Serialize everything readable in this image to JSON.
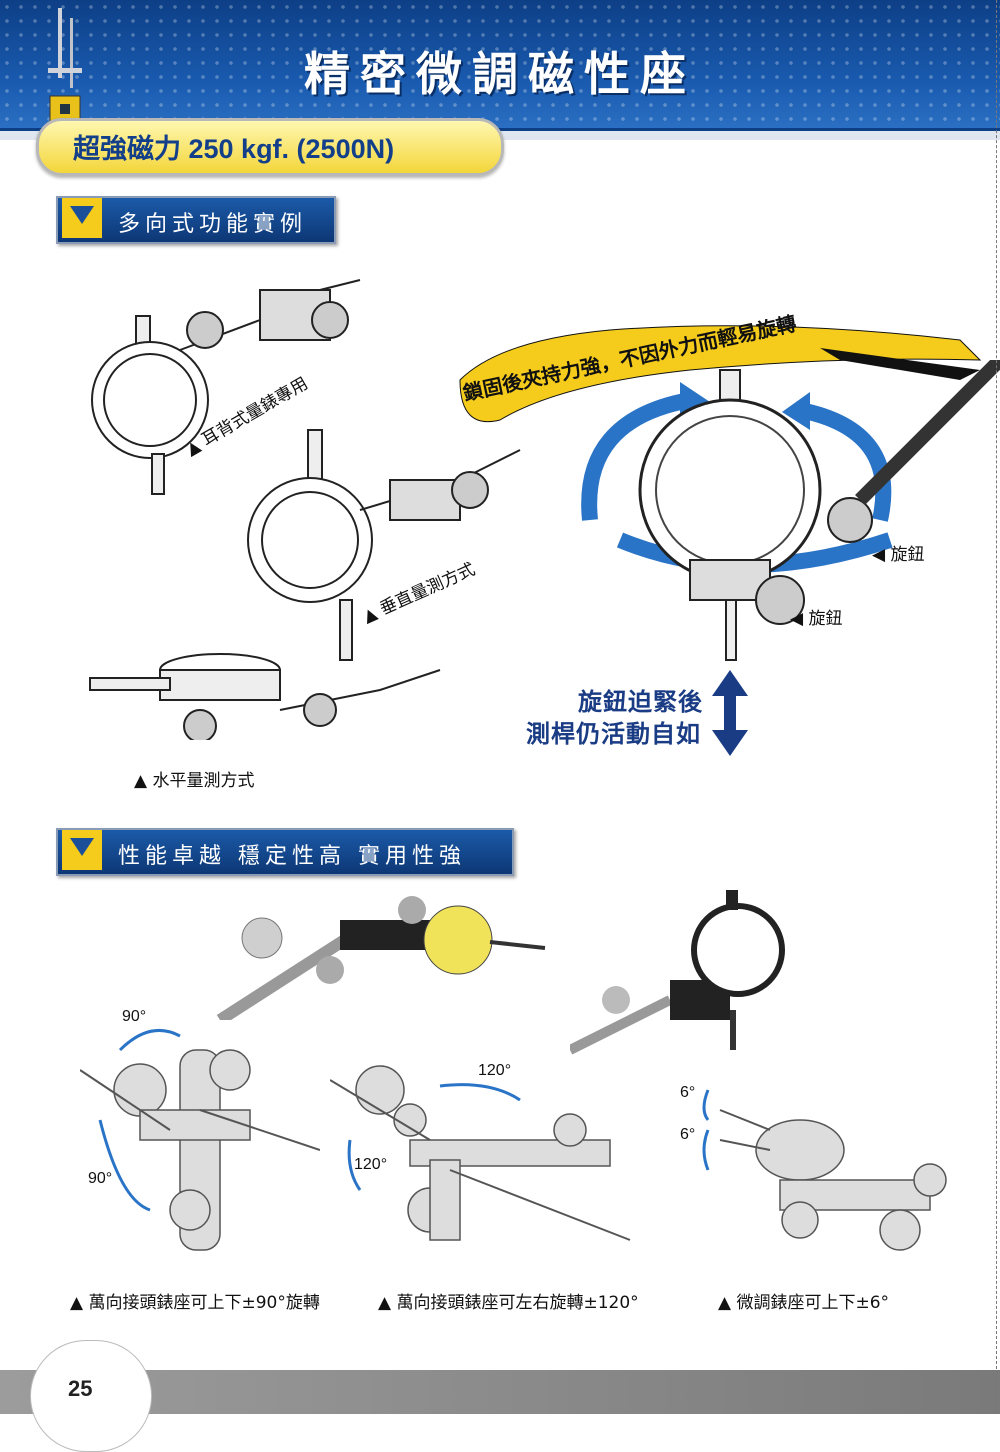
{
  "header": {
    "title": "精密微調磁性座",
    "spec": "超強磁力 250 kgf. (2500N)"
  },
  "section1": {
    "title": "多向式功能實例",
    "captions": {
      "ear": "▲ 耳背式量錶專用",
      "vertical": "▲ 垂直量測方式",
      "horizontal": "▲ 水平量測方式"
    },
    "banner": "鎖固後夾持力強，不因外力而輕易旋轉",
    "knob1": "◀ 旋鈕",
    "knob2": "◀ 旋鈕",
    "note_line1": "旋鈕迫緊後",
    "note_line2": "測桿仍活動自如"
  },
  "section2": {
    "title": "性能卓越  穩定性高  實用性強",
    "angles": {
      "a90_top": "90°",
      "a90_left": "90°",
      "a120_top": "120°",
      "a120_left": "120°",
      "a6_top": "6°",
      "a6_bottom": "6°"
    },
    "captions": {
      "c1": "▲ 萬向接頭錶座可上下±90°旋轉",
      "c2": "▲ 萬向接頭錶座可左右旋轉±120°",
      "c3": "▲ 微調錶座可上下±6°"
    }
  },
  "footer": {
    "page": "25"
  },
  "colors": {
    "navy": "#0d3f86",
    "yellow": "#f5cc1c",
    "blue_arrow": "#2a74c7"
  }
}
